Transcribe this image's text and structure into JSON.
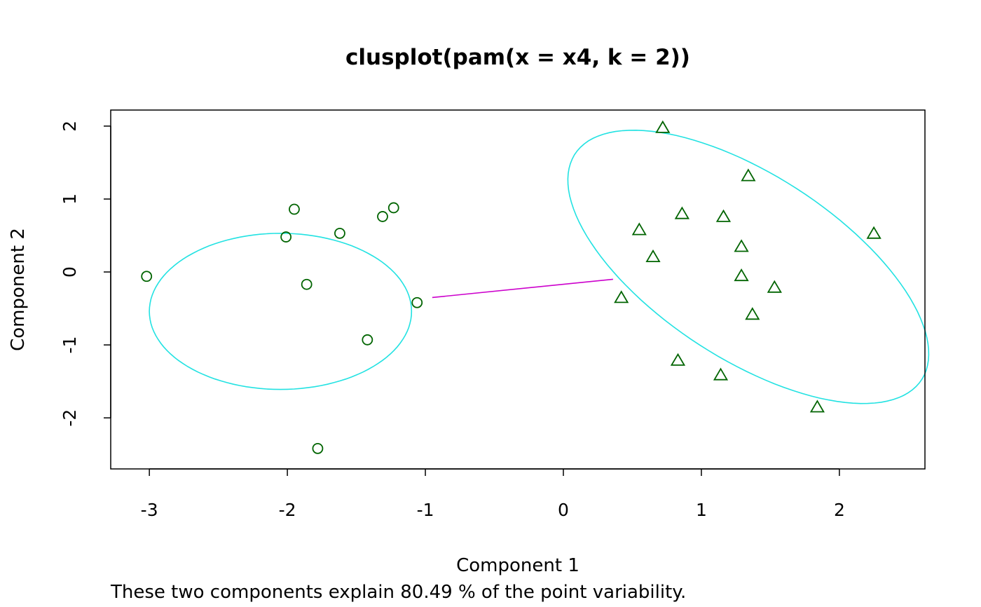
{
  "chart_data": {
    "type": "scatter",
    "title": "clusplot(pam(x = x4, k = 2))",
    "xlabel": "Component 1",
    "ylabel": "Component 2",
    "footer": "These two components explain 80.49 % of the point variability.",
    "xlim": [
      -3.28,
      2.62
    ],
    "ylim": [
      -2.7,
      2.22
    ],
    "xticks": [
      -3,
      -2,
      -1,
      0,
      1,
      2
    ],
    "yticks": [
      -2,
      -1,
      0,
      1,
      2
    ],
    "grid": false,
    "colors": {
      "points": "#006400",
      "ellipse": "#22e2e2",
      "connector": "#cc00cc",
      "frame": "#000000"
    },
    "series": [
      {
        "marker": "circle",
        "x": [
          -3.02,
          -1.95,
          -2.01,
          -1.62,
          -1.31,
          -1.23,
          -1.86,
          -1.06,
          -1.42,
          -1.78
        ],
        "y": [
          -0.06,
          0.86,
          0.48,
          0.53,
          0.76,
          0.88,
          -0.17,
          -0.42,
          -0.93,
          -2.42
        ]
      },
      {
        "marker": "triangle",
        "x": [
          0.72,
          1.34,
          0.55,
          0.86,
          1.16,
          0.65,
          1.29,
          1.29,
          1.53,
          1.37,
          2.25,
          0.42,
          0.83,
          1.14,
          1.84
        ],
        "y": [
          1.97,
          1.31,
          0.57,
          0.79,
          0.75,
          0.2,
          0.34,
          -0.06,
          -0.22,
          -0.59,
          0.52,
          -0.36,
          -1.22,
          -1.42,
          -1.86
        ]
      }
    ],
    "ellipses": [
      {
        "cx": -2.05,
        "cy": -0.54,
        "a": 1.07,
        "b": 0.95,
        "angle_deg": 90
      },
      {
        "cx": 1.34,
        "cy": 0.07,
        "a": 2.1,
        "b": 0.9,
        "angle_deg": -60
      }
    ],
    "connector": {
      "x": [
        -0.95,
        0.36
      ],
      "y": [
        -0.35,
        -0.1
      ]
    }
  }
}
